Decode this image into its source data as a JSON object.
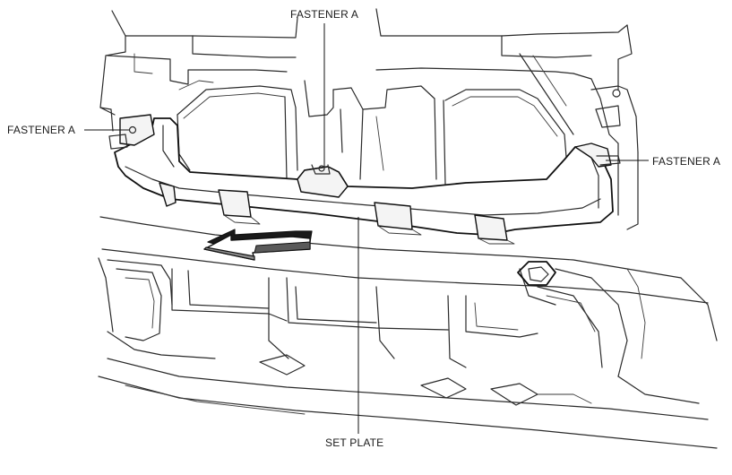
{
  "labels": {
    "fastener_top": "FASTENER A",
    "fastener_left": "FASTENER A",
    "fastener_right": "FASTENER A",
    "set_plate": "SET PLATE"
  },
  "icons": {
    "direction_arrow": "removal-direction-arrow-icon"
  }
}
